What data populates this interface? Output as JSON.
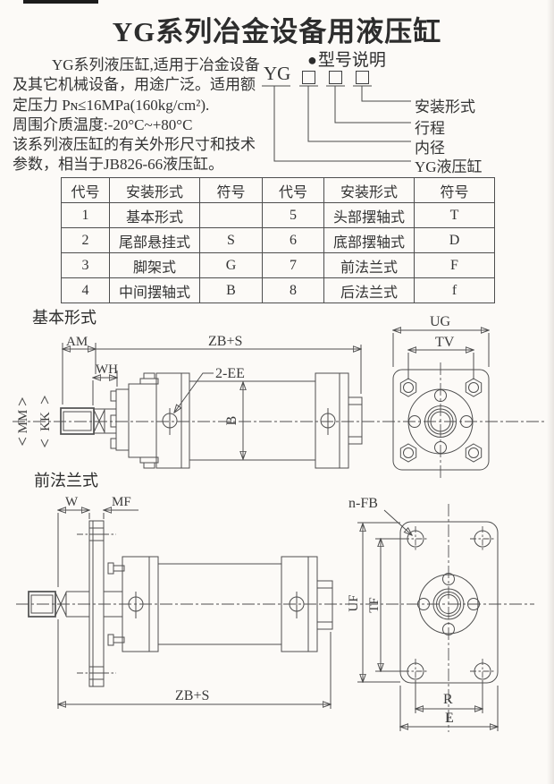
{
  "page": {
    "title": "YG系列冶金设备用液压缸"
  },
  "intro": {
    "lines": [
      "YG系列液压缸,适用于冶金设备",
      "及其它机械设备，用途广泛。适用额",
      "定压力 Pɴ≤16MPa(160kg/cm²).",
      "周围介质温度:-20°C~+80°C",
      "该系列液压缸的有关外形尺寸和技术",
      "参数，相当于JB826-66液压缸。"
    ]
  },
  "model_legend": {
    "bullet": "●",
    "heading": "型号说明",
    "prefix": "YG",
    "labels": [
      "安装形式",
      "行程",
      "内径",
      "YG液压缸"
    ]
  },
  "table": {
    "headers": [
      "代号",
      "安装形式",
      "符号",
      "代号",
      "安装形式",
      "符号"
    ],
    "rows": [
      [
        "1",
        "基本形式",
        "",
        "5",
        "头部摆轴式",
        "T"
      ],
      [
        "2",
        "尾部悬挂式",
        "S",
        "6",
        "底部摆轴式",
        "D"
      ],
      [
        "3",
        "脚架式",
        "G",
        "7",
        "前法兰式",
        "F"
      ],
      [
        "4",
        "中间摆轴式",
        "B",
        "8",
        "后法兰式",
        "f"
      ]
    ]
  },
  "drawings": {
    "basic": {
      "caption": "基本形式",
      "dims": {
        "am": "AM",
        "wh": "WH",
        "zbs": "ZB+S",
        "ee": "2-EE",
        "b": "B",
        "mm": "MM",
        "kk": "KK",
        "ug": "UG",
        "tv": "TV"
      }
    },
    "flange": {
      "caption": "前法兰式",
      "dims": {
        "w": "W",
        "mf": "MF",
        "zbs": "ZB+S",
        "nfb": "n-FB",
        "uf": "UF",
        "tf": "TF",
        "r": "R",
        "e": "E"
      }
    }
  }
}
